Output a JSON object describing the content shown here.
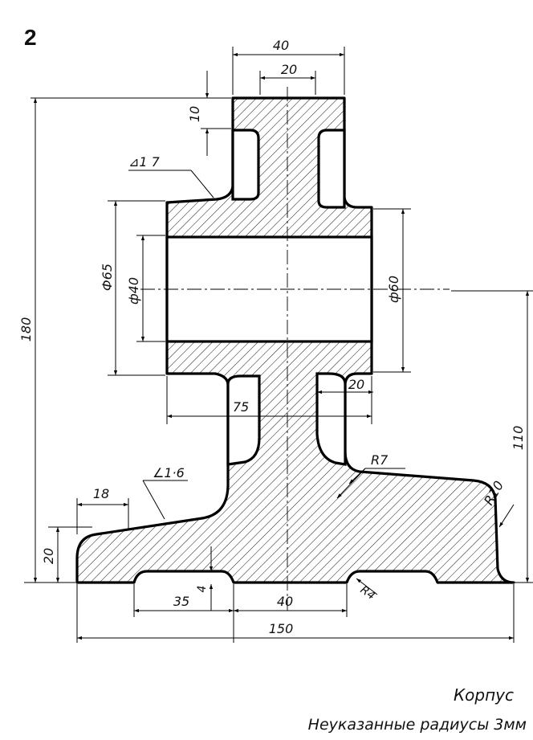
{
  "figure_number": "2",
  "title": "Корпус",
  "note": "Неуказанные радиусы 3мм",
  "dimensions": {
    "top_width": "40",
    "top_inner_width": "20",
    "top_height": "10",
    "overall_height": "180",
    "diameter_outer": "Ф65",
    "diameter_bore": "ф40",
    "diameter_right": "ф60",
    "hub_width": "75",
    "slot_width": "20",
    "axis_height": "110",
    "fillet_r7": "R7",
    "fillet_r10": "R10",
    "fillet_r4": "R4",
    "foot_left": "18",
    "base_height": "20",
    "recess_depth": "4",
    "recess_left": "35",
    "center_width": "40",
    "overall_width": "150"
  },
  "slopes": {
    "upper": "⊿1 7",
    "lower": "∠1·6"
  }
}
